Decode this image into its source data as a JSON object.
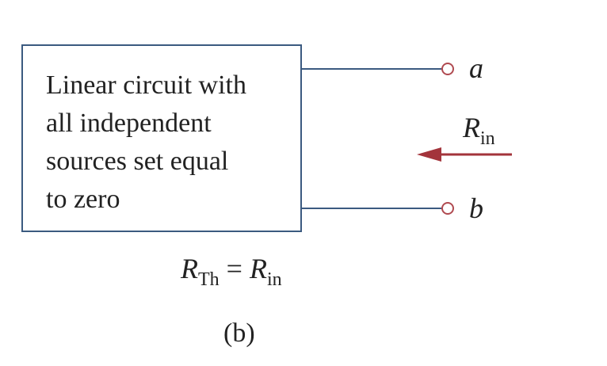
{
  "circuit": {
    "box_lines": [
      "Linear circuit with",
      "all independent",
      "sources set equal",
      "to zero"
    ],
    "terminal_a": "a",
    "terminal_b": "b",
    "rin_symbol": "R",
    "rin_sub": "in",
    "equation": {
      "lhs_symbol": "R",
      "lhs_sub": "Th",
      "equals": " = ",
      "rhs_symbol": "R",
      "rhs_sub": "in"
    },
    "caption": "(b)"
  },
  "colors": {
    "wire": "#3b5a80",
    "terminal": "#b04a50",
    "arrow": "#a3343b",
    "text": "#222222"
  }
}
